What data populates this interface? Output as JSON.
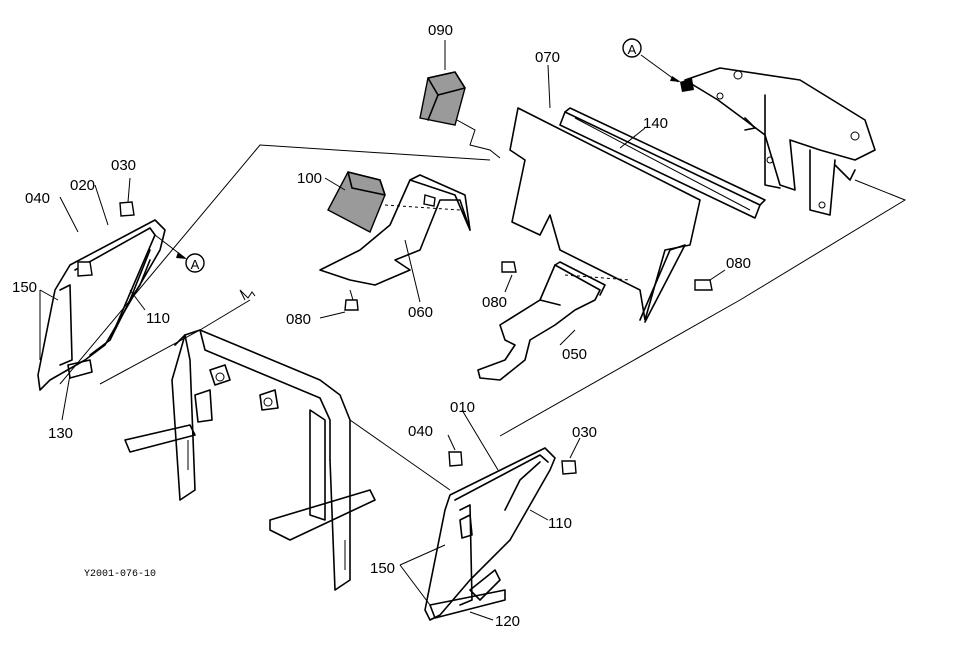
{
  "callouts": {
    "c090": "090",
    "c070": "070",
    "c140": "140",
    "c100": "100",
    "c030a": "030",
    "c040a": "040",
    "c020": "020",
    "c150a": "150",
    "c110a": "110",
    "c130": "130",
    "c080a": "080",
    "c060": "060",
    "c080b": "080",
    "c050": "050",
    "c080c": "080",
    "c010": "010",
    "c040b": "040",
    "c030b": "030",
    "c110b": "110",
    "c150b": "150",
    "c120": "120"
  },
  "reference_marks": {
    "a_left": "A",
    "a_right": "A"
  },
  "figure_code": "Y2001-076-10"
}
